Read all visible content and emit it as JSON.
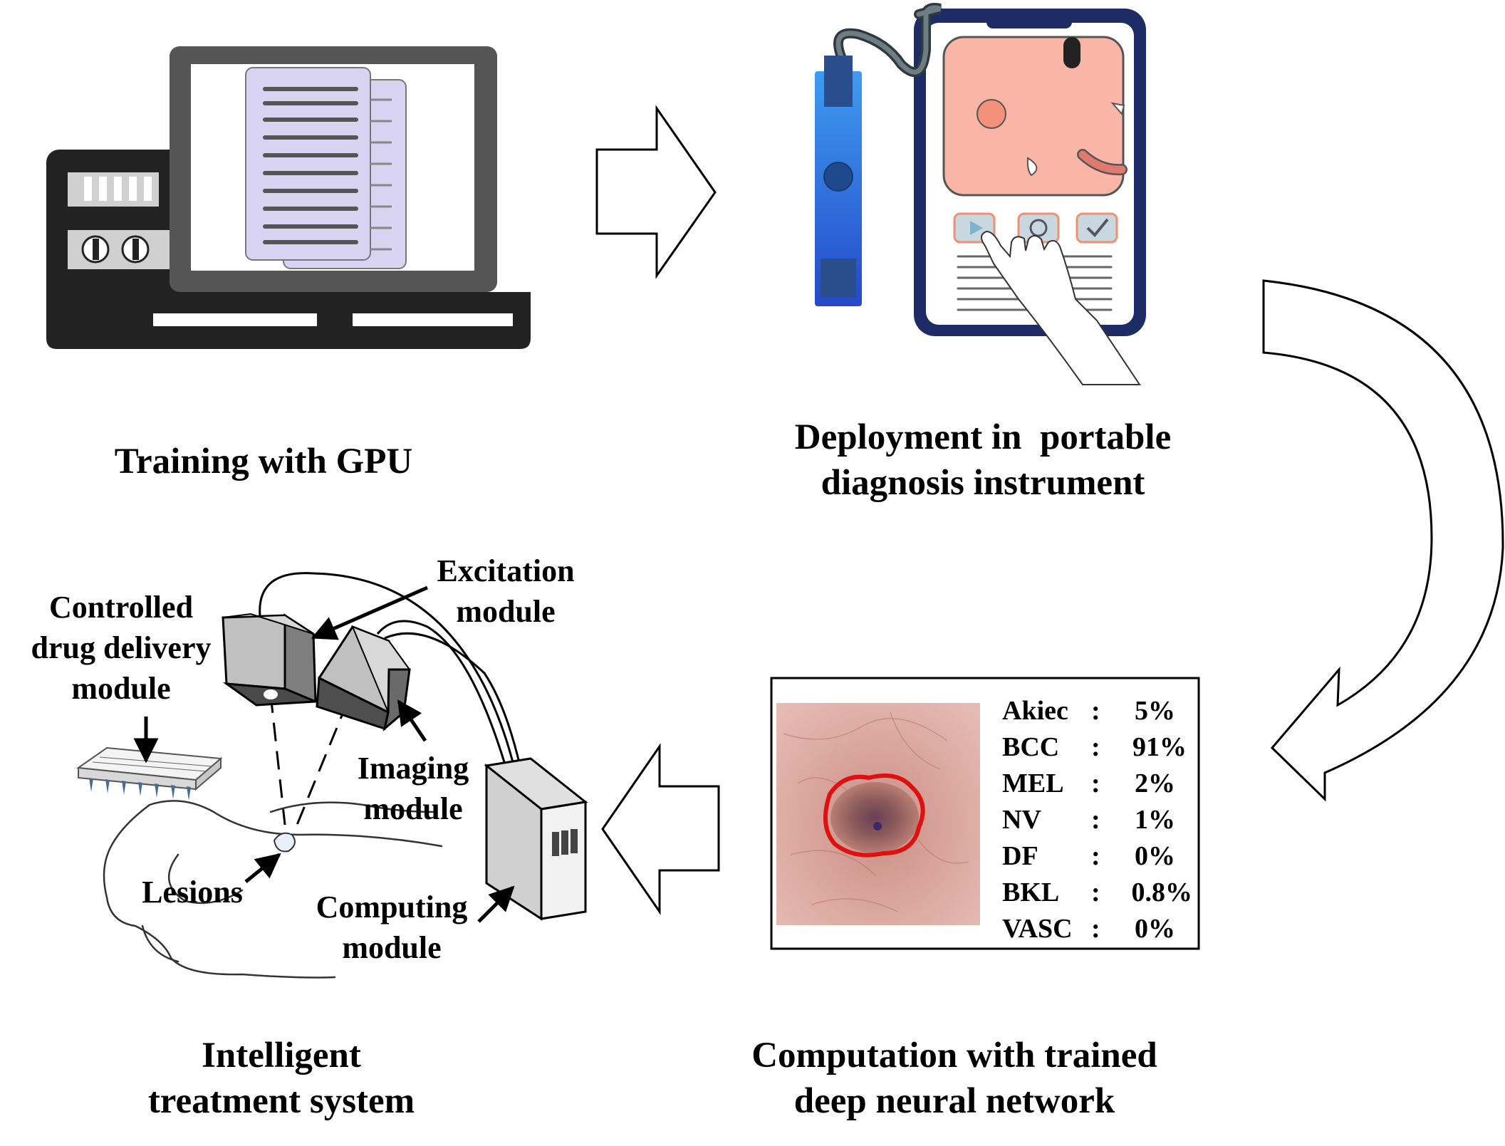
{
  "captions": {
    "training": "Training with GPU",
    "deployment_line1": "Deployment in  portable",
    "deployment_line2": "diagnosis instrument",
    "treatment_line1": "Intelligent",
    "treatment_line2": "treatment system",
    "computation_line1": "Computation with trained",
    "computation_line2": "deep neural network"
  },
  "modules": {
    "excitation_line1": "Excitation",
    "excitation_line2": "module",
    "drug_line1": "Controlled",
    "drug_line2": "drug delivery",
    "drug_line3": "module",
    "imaging_line1": "Imaging",
    "imaging_line2": "module",
    "computing_line1": "Computing",
    "computing_line2": "module",
    "lesions": "Lesions"
  },
  "results": [
    {
      "label": "Akiec",
      "value": "5%"
    },
    {
      "label": "BCC",
      "value": "91%"
    },
    {
      "label": "MEL",
      "value": "2%"
    },
    {
      "label": "NV",
      "value": "1%"
    },
    {
      "label": "DF",
      "value": "0%"
    },
    {
      "label": "BKL",
      "value": "0.8%"
    },
    {
      "label": "VASC",
      "value": "0%"
    }
  ],
  "colors": {
    "tablet_frame": "#1e2c66",
    "tablet_screen": "#f9b6a6",
    "probe_blue": "#2a78e0",
    "document": "#d9d3f2",
    "skin": "#d9a89f",
    "lesion_outline": "#e01010"
  },
  "icons": [
    "gpu-workstation-icon",
    "tablet-icon",
    "probe-icon",
    "hand-icon",
    "play-icon",
    "refresh-icon",
    "check-icon",
    "device-icon",
    "computer-box-icon",
    "microneedle-patch-icon"
  ]
}
